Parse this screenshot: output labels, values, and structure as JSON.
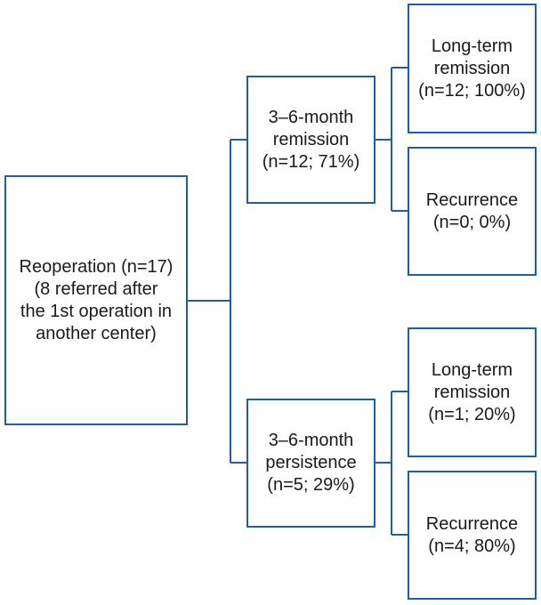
{
  "root": {
    "lines": [
      "Reoperation (n=17)",
      "(8 referred after",
      "the 1st operation in",
      "another center)"
    ]
  },
  "branches": [
    {
      "lines": [
        "3–6-month",
        "remission",
        "(n=12; 71%)"
      ],
      "outcomes": [
        {
          "lines": [
            "Long-term",
            "remission",
            "(n=12; 100%)"
          ]
        },
        {
          "lines": [
            "Recurrence",
            "(n=0; 0%)"
          ]
        }
      ]
    },
    {
      "lines": [
        "3–6-month",
        "persistence",
        "(n=5; 29%)"
      ],
      "outcomes": [
        {
          "lines": [
            "Long-term",
            "remission",
            "(n=1; 20%)"
          ]
        },
        {
          "lines": [
            "Recurrence",
            "(n=4; 80%)"
          ]
        }
      ]
    }
  ],
  "colors": {
    "border": "#1f5fa0",
    "text": "#1a1a1a"
  }
}
